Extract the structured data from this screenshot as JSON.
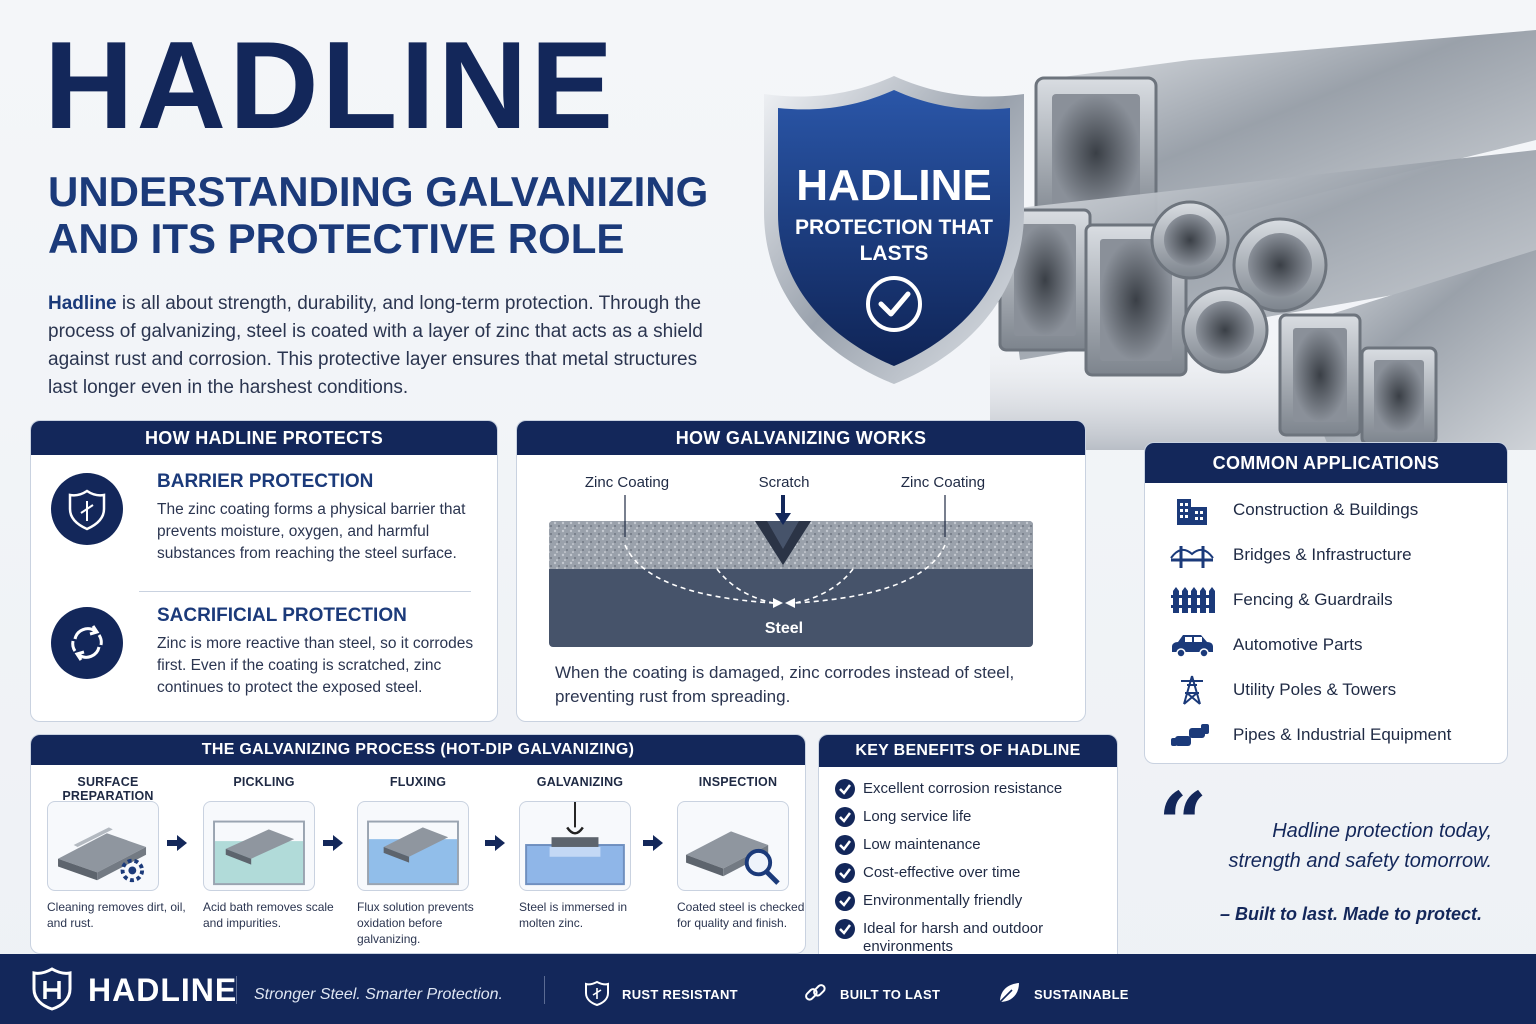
{
  "hero": {
    "title": "HADLINE",
    "subtitle_line1": "Understanding Galvanizing",
    "subtitle_line2": "and Its Protective Role",
    "intro_brand": "Hadline",
    "intro_text": " is all about strength, durability, and long-term protection. Through the process of galvanizing, steel is coated with a layer of zinc that acts as a shield against rust and corrosion. This protective layer ensures that metal structures last longer even in the harshest conditions."
  },
  "shield": {
    "brand": "HADLINE",
    "line1": "PROTECTION THAT",
    "line2": "LASTS",
    "icon": "check-icon"
  },
  "protects": {
    "heading": "How Hadline Protects",
    "items": [
      {
        "title": "BARRIER PROTECTION",
        "text": "The zinc coating forms a physical barrier that prevents moisture, oxygen, and harmful substances from reaching the steel surface.",
        "icon": "shield-icon"
      },
      {
        "title": "SACRIFICIAL PROTECTION",
        "text": "Zinc is more reactive than steel, so it corrodes first. Even if the coating is scratched, zinc continues to protect the exposed steel.",
        "icon": "recycle-icon"
      }
    ]
  },
  "works": {
    "heading": "How Galvanizing Works",
    "label_zinc_left": "Zinc Coating",
    "label_scratch": "Scratch",
    "label_zinc_right": "Zinc Coating",
    "label_steel": "Steel",
    "text": "When the coating is damaged, zinc corrodes instead of steel, preventing rust from spreading."
  },
  "applications": {
    "heading": "Common Applications",
    "items": [
      {
        "label": "Construction & Buildings",
        "icon": "building-icon"
      },
      {
        "label": "Bridges & Infrastructure",
        "icon": "bridge-icon"
      },
      {
        "label": "Fencing & Guardrails",
        "icon": "fence-icon"
      },
      {
        "label": "Automotive Parts",
        "icon": "car-icon"
      },
      {
        "label": "Utility Poles & Towers",
        "icon": "tower-icon"
      },
      {
        "label": "Pipes & Industrial Equipment",
        "icon": "pipes-icon"
      }
    ]
  },
  "process": {
    "heading": "The Galvanizing Process (Hot-Dip Galvanizing)",
    "steps": [
      {
        "title": "Surface Preparation",
        "text": "Cleaning removes dirt, oil, and rust.",
        "icon": "beam-gear-icon"
      },
      {
        "title": "Pickling",
        "text": "Acid bath removes scale and impurities.",
        "icon": "acid-bath-icon"
      },
      {
        "title": "Fluxing",
        "text": "Flux solution prevents oxidation before galvanizing.",
        "icon": "flux-tank-icon"
      },
      {
        "title": "Galvanizing",
        "text": "Steel is immersed in molten zinc.",
        "icon": "zinc-dip-icon"
      },
      {
        "title": "Inspection",
        "text": "Coated steel is checked for quality and finish.",
        "icon": "magnifier-icon"
      }
    ]
  },
  "benefits": {
    "heading": "Key Benefits of Hadline",
    "items": [
      "Excellent corrosion resistance",
      "Long service life",
      "Low maintenance",
      "Cost-effective over time",
      "Environmentally friendly",
      "Ideal for harsh and outdoor environments"
    ]
  },
  "quote": {
    "mark": "“",
    "line1": "Hadline protection today,",
    "line2": "strength and safety tomorrow.",
    "tagline": "– Built to last. Made to protect."
  },
  "footer": {
    "brand": "HADLINE",
    "tagline": "Stronger Steel. Smarter Protection.",
    "features": [
      {
        "label": "RUST RESISTANT",
        "icon": "shield-icon"
      },
      {
        "label": "BUILT TO LAST",
        "icon": "link-icon"
      },
      {
        "label": "SUSTAINABLE",
        "icon": "leaf-icon"
      }
    ]
  },
  "colors": {
    "navy": "#13275a",
    "accent": "#1b3a7a",
    "steel": "#4a5568",
    "zinc": "#a9b0bb"
  }
}
